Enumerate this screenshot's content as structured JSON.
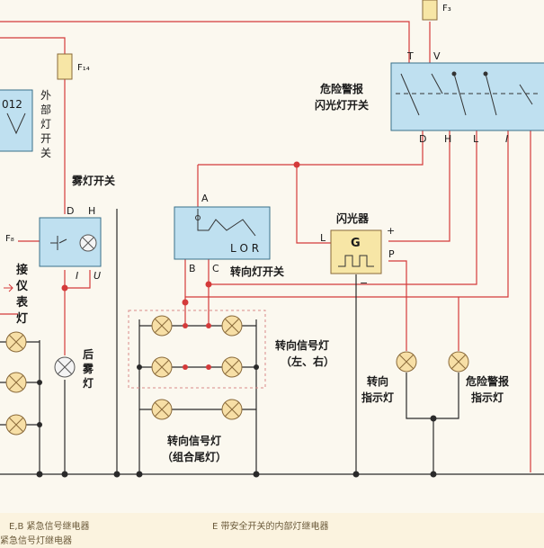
{
  "labels": {
    "fuse_top": "F₃",
    "fuse_f14": "F₁₄",
    "fuse_f8": "F₈",
    "gauge_num": "012",
    "exterior_switch": [
      "外",
      "部",
      "灯",
      "开",
      "关"
    ],
    "fog_switch": "雾灯开关",
    "fog_D": "D",
    "fog_H": "H",
    "fog_I": "I",
    "fog_U": "U",
    "to_gauge": [
      "接",
      "仪",
      "表",
      "灯"
    ],
    "rear_fog": [
      "后",
      "雾",
      "灯"
    ],
    "hazard_switch_1": "危险警报",
    "hazard_switch_2": "闪光灯开关",
    "hz_T": "T",
    "hz_V": "V",
    "hz_D": "D",
    "hz_H": "H",
    "hz_L": "L",
    "hz_I": "I",
    "flasher": "闪光器",
    "flasher_G": "G",
    "flasher_L": "L",
    "flasher_P": "P",
    "flasher_plus": "+",
    "flasher_minus": "−",
    "turn_switch": "转向灯开关",
    "ts_A": "A",
    "ts_B": "B",
    "ts_C": "C",
    "ts_LOR": "L O R",
    "turn_lamps_1": "转向信号灯",
    "turn_lamps_2": "（左、右）",
    "tail_lamps_1": "转向信号灯",
    "tail_lamps_2": "（组合尾灯）",
    "turn_ind_1": "转向",
    "turn_ind_2": "指示灯",
    "hazard_ind_1": "危险警报",
    "hazard_ind_2": "指示灯",
    "cap_1": "E,B  紧急信号继电器",
    "cap_2": "E    带安全开关的内部灯继电器",
    "cap_3": "紧急信号灯继电器"
  },
  "colors": {
    "red_wire": "#d43a3a",
    "black_wire": "#2a2a2a",
    "box_fill": "#bfe0f0",
    "lamp_fill": "#f7dfa6"
  }
}
